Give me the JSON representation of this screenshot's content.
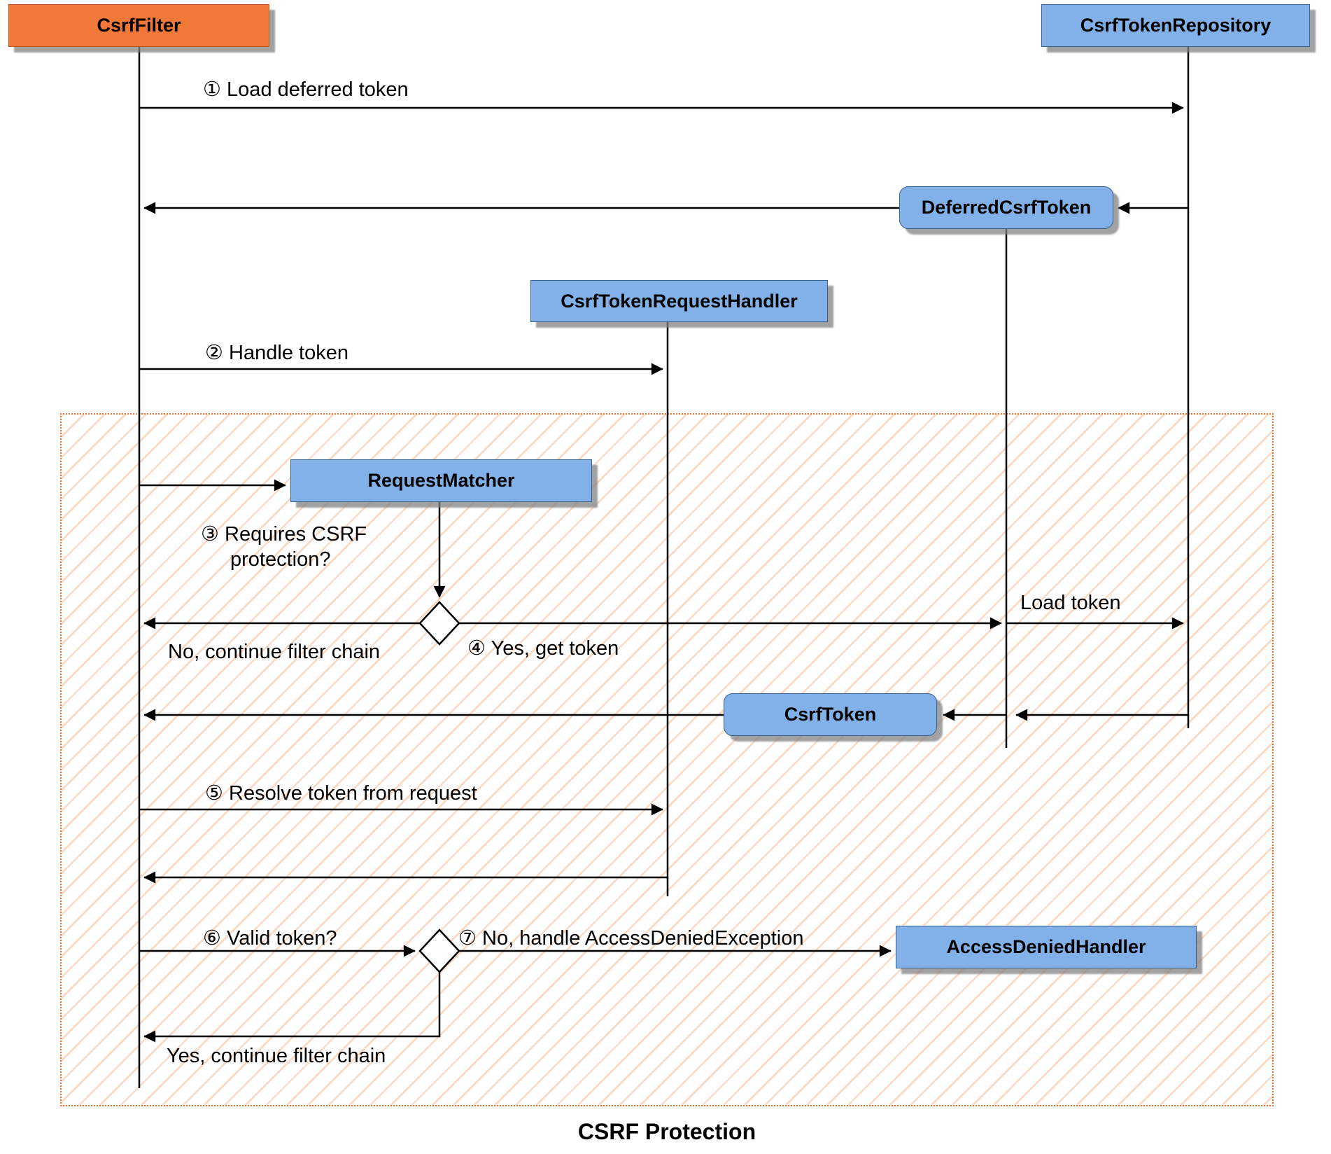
{
  "caption": "CSRF Protection",
  "nodes": {
    "csrf_filter": "CsrfFilter",
    "csrf_token_repository": "CsrfTokenRepository",
    "deferred_csrf_token": "DeferredCsrfToken",
    "csrf_token_request_handler": "CsrfTokenRequestHandler",
    "request_matcher": "RequestMatcher",
    "csrf_token": "CsrfToken",
    "access_denied_handler": "AccessDeniedHandler"
  },
  "messages": {
    "load_deferred_token": "① Load deferred token",
    "handle_token": "② Handle token",
    "requires_csrf": "③ Requires CSRF protection?",
    "no_continue_filter_chain": "No, continue filter chain",
    "yes_get_token": "④ Yes, get token",
    "load_token": "Load token",
    "resolve_token": "⑤ Resolve token from request",
    "valid_token": "⑥ Valid token?",
    "no_handle_access_denied": "⑦ No, handle AccessDeniedException",
    "yes_continue_filter_chain": "Yes, continue filter chain"
  },
  "colors": {
    "actor_fill": "#F0793A",
    "object_fill": "#81B1E8",
    "object_border": "#39618F",
    "hatch_stripe": "#EDA06A",
    "fragment_border": "#E8702A",
    "line": "#000000",
    "shadow": "#828282"
  }
}
